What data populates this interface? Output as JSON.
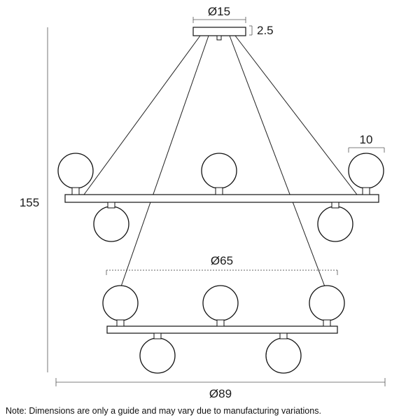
{
  "dimensions": {
    "canopy_diameter": "Ø15",
    "canopy_height": "2.5",
    "globe_diameter": "10",
    "total_height": "155",
    "lower_ring_diameter": "Ø65",
    "upper_ring_diameter": "Ø89"
  },
  "note": "Note: Dimensions are only a guide and may vary due to manufacturing variations."
}
